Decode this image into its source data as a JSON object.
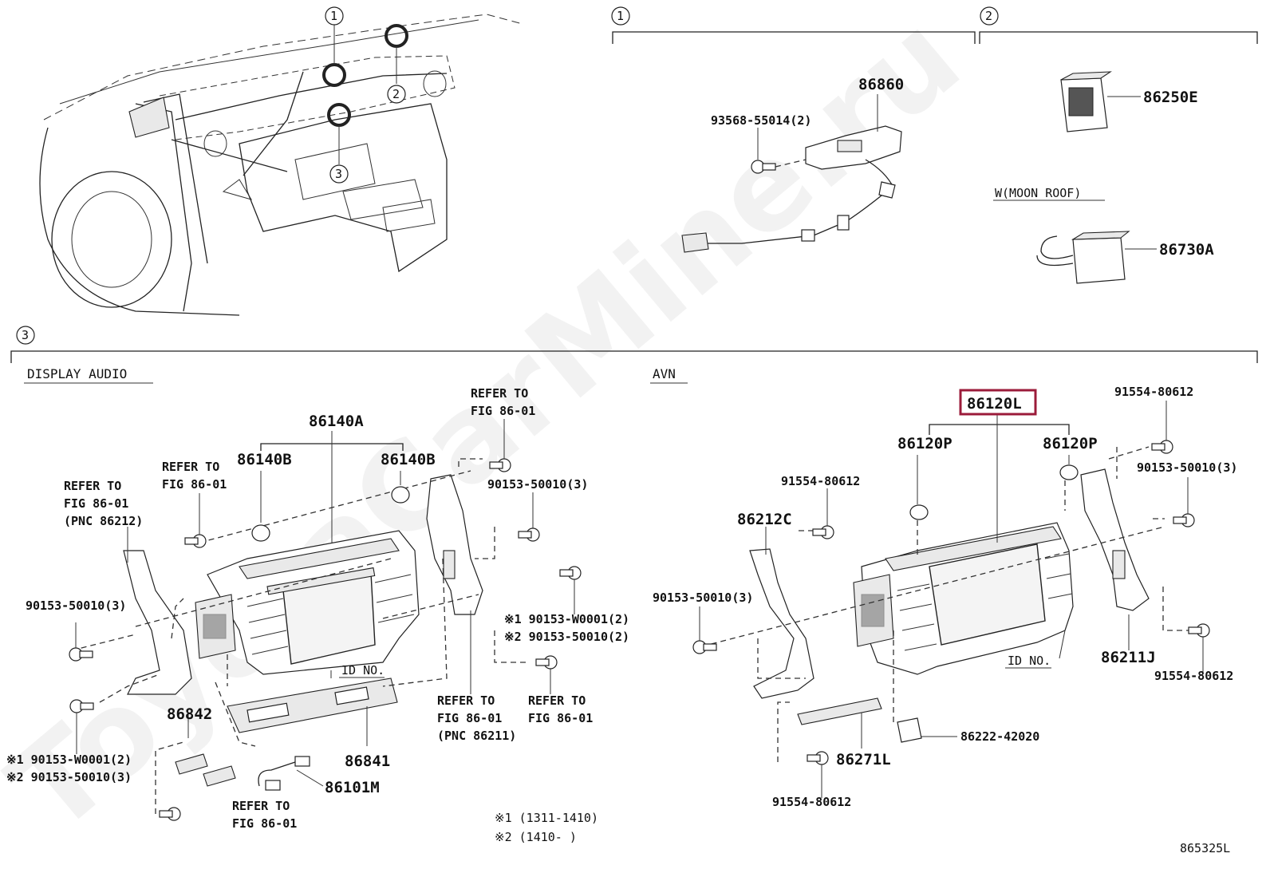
{
  "diagram": {
    "watermark": "ToyotaCarMine.ru",
    "figure_code": "865325L",
    "callouts": {
      "c1": "1",
      "c2": "2",
      "c3": "3"
    },
    "section1": {
      "part_86860": "86860",
      "screw_93568": "93568-55014(2)"
    },
    "section2": {
      "part_86250E": "86250E",
      "moon_roof_label": "W(MOON ROOF)",
      "part_86730A": "86730A"
    },
    "section3": {
      "display_audio_label": "DISPLAY AUDIO",
      "avn_label": "AVN",
      "da": {
        "p86140A": "86140A",
        "p86140B_left": "86140B",
        "p86140B_right": "86140B",
        "refer_top_line1": "REFER TO",
        "refer_top_line2": "FIG 86-01",
        "refer_left_line1": "REFER TO",
        "refer_left_line2": "FIG 86-01",
        "refer_left2_line1": "REFER TO",
        "refer_left2_line2": "FIG 86-01",
        "refer_left2_line3": "(PNC 86212)",
        "screw_50010_right": "90153-50010(3)",
        "screw_50010_left": "90153-50010(3)",
        "note1_right": "※1 90153-W0001(2)",
        "note2_right": "※2 90153-50010(2)",
        "id_no": "ID NO.",
        "refer_bottom_a1": "REFER TO",
        "refer_bottom_a2": "FIG 86-01",
        "refer_bottom_a3": "(PNC 86211)",
        "refer_bottom_b1": "REFER TO",
        "refer_bottom_b2": "FIG 86-01",
        "p86842": "86842",
        "p86841": "86841",
        "p86101M": "86101M",
        "note1_left": "※1 90153-W0001(2)",
        "note2_left": "※2 90153-50010(3)",
        "refer_low_1": "REFER TO",
        "refer_low_2": "FIG 86-01",
        "legend1": "※1 (1311-1410)",
        "legend2": "※2 (1410-     )"
      },
      "avn": {
        "p86120L": "86120L",
        "p86120P_left": "86120P",
        "p86120P_right": "86120P",
        "screw_80612_top": "91554-80612",
        "screw_50010_right": "90153-50010(3)",
        "screw_80612_mid": "91554-80612",
        "p86212C": "86212C",
        "screw_50010_left": "90153-50010(3)",
        "p86211J": "86211J",
        "screw_80612_right": "91554-80612",
        "id_no": "ID NO.",
        "p86222": "86222-42020",
        "p86271L": "86271L",
        "screw_80612_bottom": "91554-80612"
      }
    },
    "highlight_color": "#9b1b3a"
  }
}
